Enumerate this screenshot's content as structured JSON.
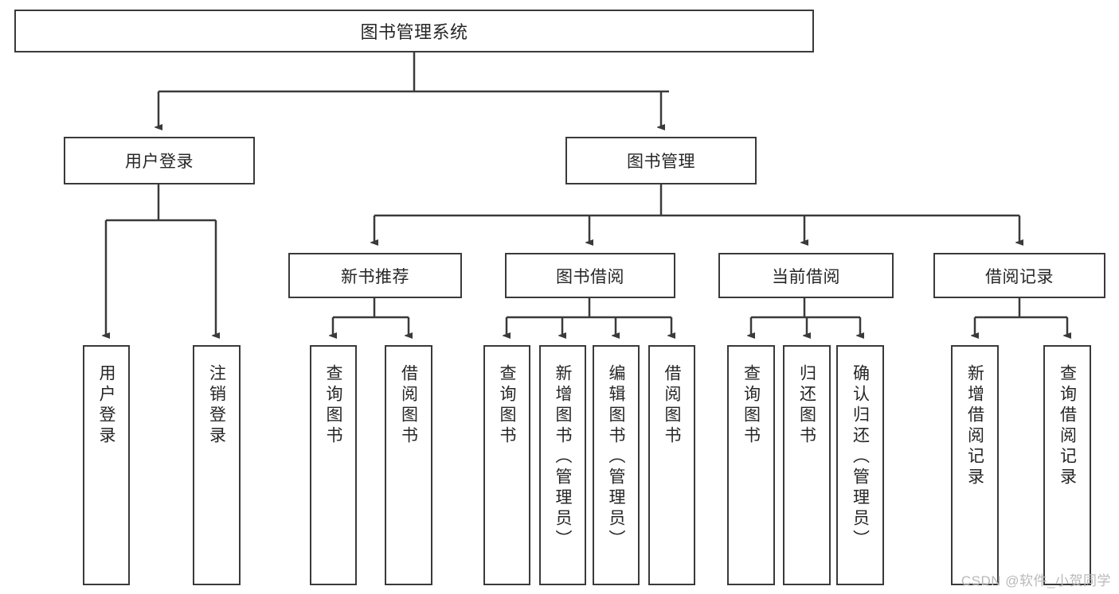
{
  "diagram": {
    "type": "tree-hierarchy",
    "title": "图书管理系统",
    "watermark": "CSDN @软件_小贺同学",
    "colors": {
      "stroke": "#3a3a3a",
      "fill": "#ffffff",
      "text": "#262626",
      "watermark": "#b9b9b9"
    },
    "root": {
      "label": "图书管理系统"
    },
    "level1": [
      {
        "label": "用户登录"
      },
      {
        "label": "图书管理"
      }
    ],
    "level2": [
      {
        "label": "新书推荐"
      },
      {
        "label": "图书借阅"
      },
      {
        "label": "当前借阅"
      },
      {
        "label": "借阅记录"
      }
    ],
    "leaves": [
      {
        "label": "用户登录",
        "parent": "用户登录"
      },
      {
        "label": "注销登录",
        "parent": "用户登录"
      },
      {
        "label": "查询图书",
        "parent": "新书推荐"
      },
      {
        "label": "借阅图书",
        "parent": "新书推荐"
      },
      {
        "label": "查询图书",
        "parent": "图书借阅"
      },
      {
        "label": "新增图书（管理员）",
        "parent": "图书借阅"
      },
      {
        "label": "编辑图书（管理员）",
        "parent": "图书借阅"
      },
      {
        "label": "借阅图书",
        "parent": "图书借阅"
      },
      {
        "label": "查询图书",
        "parent": "当前借阅"
      },
      {
        "label": "归还图书",
        "parent": "当前借阅"
      },
      {
        "label": "确认归还（管理员）",
        "parent": "当前借阅"
      },
      {
        "label": "新增借阅记录",
        "parent": "借阅记录"
      },
      {
        "label": "查询借阅记录",
        "parent": "借阅记录"
      }
    ]
  }
}
